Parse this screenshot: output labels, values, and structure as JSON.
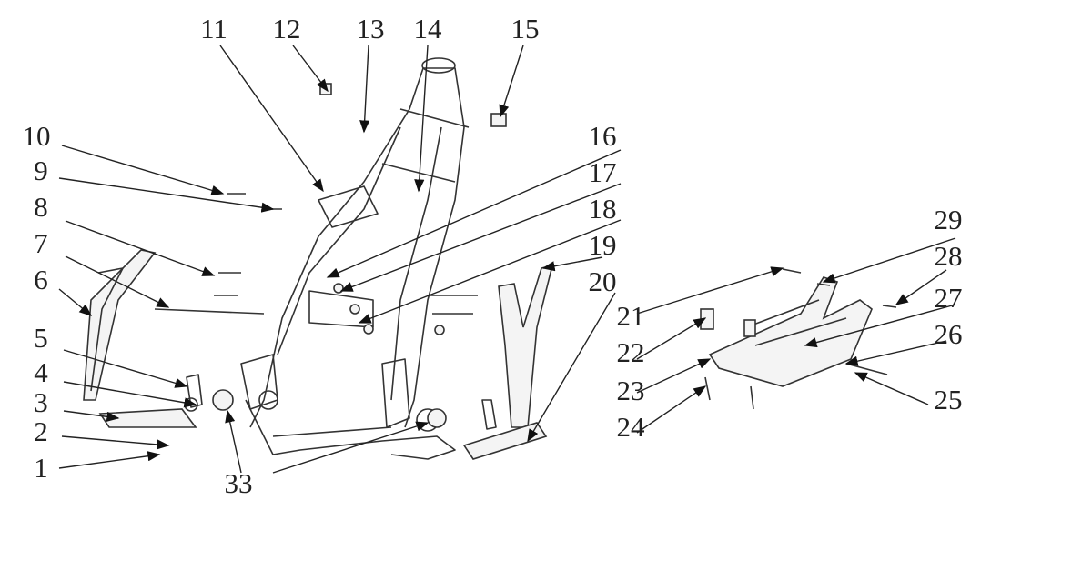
{
  "diagram": {
    "type": "exploded-parts-diagram",
    "callouts": [
      "1",
      "2",
      "3",
      "4",
      "5",
      "6",
      "7",
      "8",
      "9",
      "10",
      "11",
      "12",
      "13",
      "14",
      "15",
      "16",
      "17",
      "18",
      "19",
      "20",
      "21",
      "22",
      "23",
      "24",
      "25",
      "26",
      "27",
      "28",
      "29",
      "33"
    ]
  }
}
